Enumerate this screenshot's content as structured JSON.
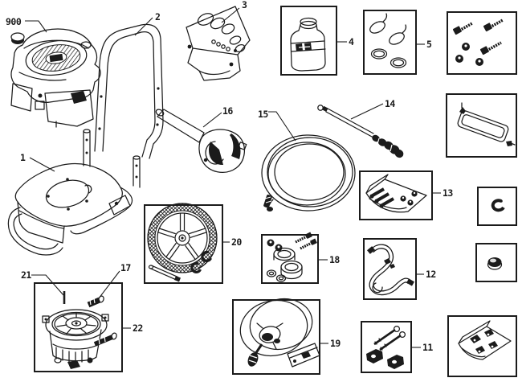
{
  "colors": {
    "line": "#1b1b1b",
    "background": "#ffffff"
  },
  "callouts": {
    "engine": {
      "label": "900"
    },
    "handle": {
      "label": "2"
    },
    "panel": {
      "label": "3"
    },
    "bottle_kit": {
      "label": "4"
    },
    "clip_kit": {
      "label": "5"
    },
    "frame": {
      "label": "1"
    },
    "gun": {
      "label": "16"
    },
    "hose": {
      "label": "15"
    },
    "wand": {
      "label": "14"
    },
    "hardware_bag": {
      "label": "13"
    },
    "wheel_kit": {
      "label": "20"
    },
    "seal_kit": {
      "label": "18"
    },
    "hose_kit": {
      "label": "12"
    },
    "pin": {
      "label": "21"
    },
    "fitting": {
      "label": "17"
    },
    "pump_kit": {
      "label": "22"
    },
    "hose_reel_kit": {
      "label": "19"
    },
    "bolt_clamp_kit": {
      "label": "11"
    }
  }
}
